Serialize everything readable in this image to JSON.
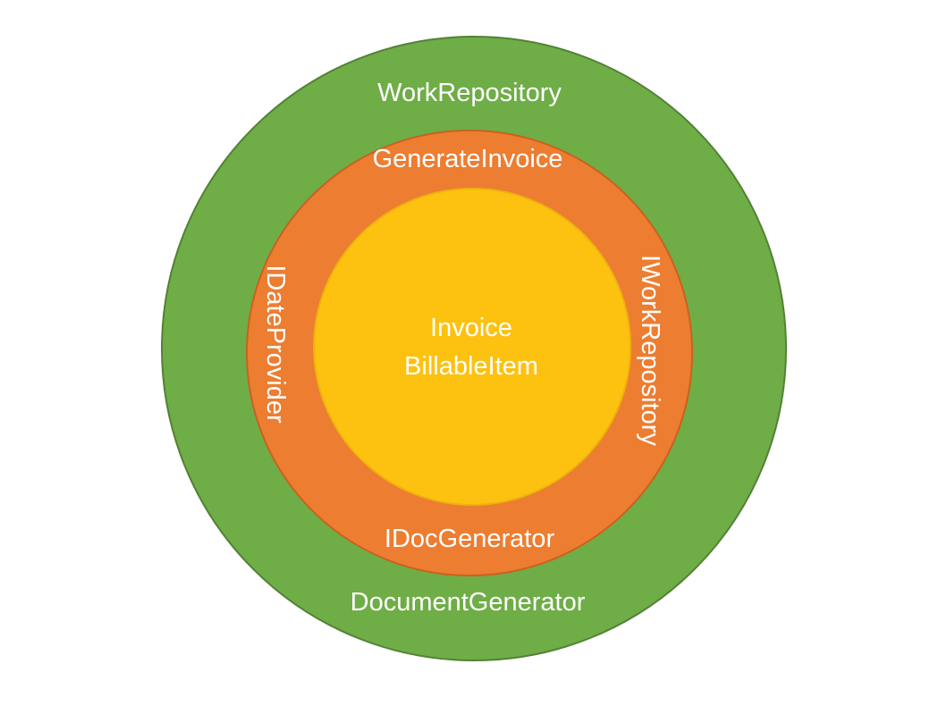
{
  "diagram": {
    "outer_circle": {
      "top_label": "WorkRepository",
      "bottom_label": "DocumentGenerator",
      "fill": "#6fad47",
      "stroke": "#538135"
    },
    "middle_circle": {
      "top_label": "GenerateInvoice",
      "bottom_label": "IDocGenerator",
      "left_label": "IDateProvider",
      "right_label": "IWorkRepository",
      "fill": "#ed7d31",
      "stroke": "#ca611f"
    },
    "inner_circle": {
      "line1": "Invoice",
      "line2": "BillableItem",
      "fill": "#fdc110",
      "stroke": "#edb20c"
    },
    "text_color": "#ffffff"
  }
}
